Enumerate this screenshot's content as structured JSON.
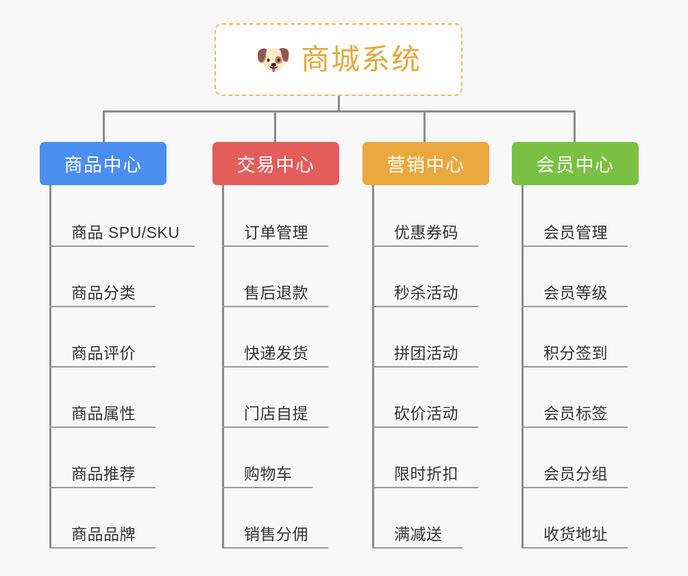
{
  "background_color": "#f8f8f8",
  "root": {
    "icon": "shiba-dog-face-icon",
    "icon_glyph": "🐶",
    "title": "商城系统",
    "title_color": "#e3a93c",
    "border_color": "#eab858",
    "fill_color": "#ffffff"
  },
  "connector_color": "#8a8a8a",
  "columns": [
    {
      "id": "product-center",
      "header": "商品中心",
      "color": "#4a8ef0",
      "items": [
        "商品 SPU/SKU",
        "商品分类",
        "商品评价",
        "商品属性",
        "商品推荐",
        "商品品牌"
      ]
    },
    {
      "id": "trade-center",
      "header": "交易中心",
      "color": "#e35d5b",
      "items": [
        "订单管理",
        "售后退款",
        "快递发货",
        "门店自提",
        "购物车",
        "销售分佣"
      ]
    },
    {
      "id": "marketing-center",
      "header": "营销中心",
      "color": "#eaa83e",
      "items": [
        "优惠券码",
        "秒杀活动",
        "拼团活动",
        "砍价活动",
        "限时折扣",
        "满减送"
      ]
    },
    {
      "id": "member-center",
      "header": "会员中心",
      "color": "#7ac143",
      "items": [
        "会员管理",
        "会员等级",
        "积分签到",
        "会员标签",
        "会员分组",
        "收货地址"
      ]
    }
  ]
}
